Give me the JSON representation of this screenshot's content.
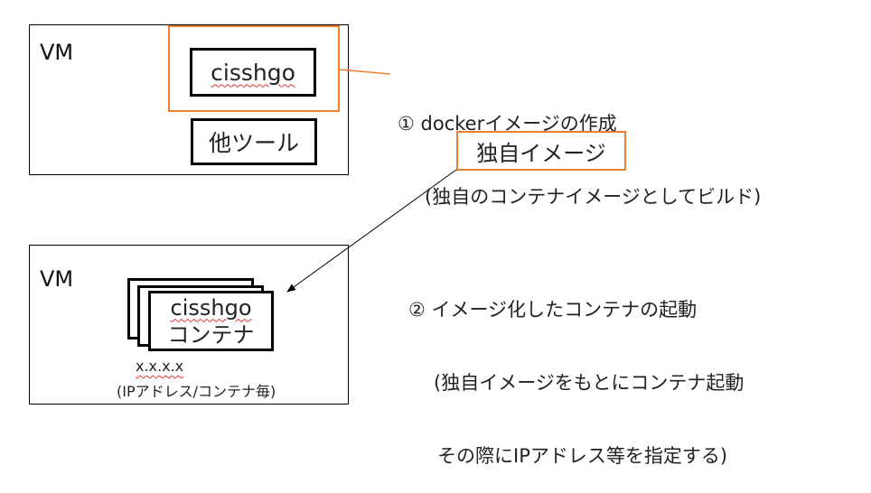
{
  "diagram": {
    "top_vm": {
      "label": "VM",
      "highlighted_tool": "cisshgo",
      "other_tool": "他ツール"
    },
    "step1": {
      "number": "①",
      "title": "dockerイメージの作成",
      "detail": "(独自のコンテナイメージとしてビルド)"
    },
    "custom_image_label": "独自イメージ",
    "step2": {
      "number": "②",
      "title": "イメージ化したコンテナの起動",
      "detail_line1": "(独自イメージをもとにコンテナ起動",
      "detail_line2": "その際にIPアドレス等を指定する)"
    },
    "bottom_vm": {
      "label": "VM",
      "container_name": "cisshgo",
      "container_type": "コンテナ",
      "ip_address": "x.x.x.x",
      "ip_note": "(IPアドレス/コンテナ毎)"
    },
    "colors": {
      "highlight": "#ed7d31",
      "line": "#000000"
    }
  }
}
